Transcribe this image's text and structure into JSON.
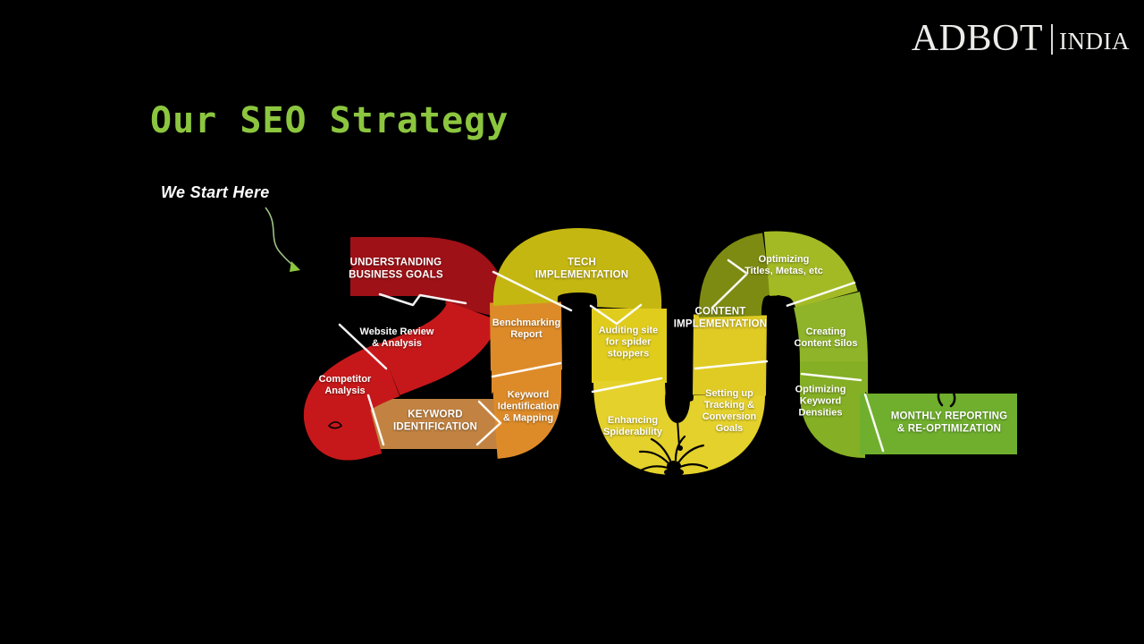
{
  "slide": {
    "background": "#000000",
    "title": {
      "text": "Our SEO Strategy",
      "color": "#8CC63F"
    },
    "annotation": {
      "text": "We Start Here",
      "arrow_color": "#8CC63F"
    },
    "logo": {
      "name": "ADBOT",
      "region": "INDIA"
    }
  },
  "diagram": {
    "description": "SEO strategy winding snake flow from red (start) to green (end)",
    "steps": [
      {
        "label": "UNDERSTANDING\nBUSINESS GOALS",
        "color": "#9E1116"
      },
      {
        "label": "Website Review\n& Analysis",
        "color": "#C6181A"
      },
      {
        "label": "Competitor\nAnalysis",
        "color": "#C6181A"
      },
      {
        "label": "KEYWORD\nIDENTIFICATION",
        "color": "#C28342"
      },
      {
        "label": "Keyword\nIdentification\n& Mapping",
        "color": "#DD8B29"
      },
      {
        "label": "Benchmarking\nReport",
        "color": "#DD8B29"
      },
      {
        "label": "TECH\nIMPLEMENTATION",
        "color": "#C5B712"
      },
      {
        "label": "Auditing site\nfor spider\nstoppers",
        "color": "#E0CC1C"
      },
      {
        "label": "Enhancing\nSpiderability",
        "color": "#E4D12B"
      },
      {
        "label": "Setting up\nTracking &\nConversion\nGoals",
        "color": "#E0CB24"
      },
      {
        "label": "CONTENT\nIMPLEMENTATION",
        "color": "#7D8B12"
      },
      {
        "label": "Optimizing\nTitles, Metas, etc",
        "color": "#A3BA25"
      },
      {
        "label": "Creating\nContent Silos",
        "color": "#8FB42A"
      },
      {
        "label": "Optimizing\nKeyword\nDensities",
        "color": "#85AF24"
      },
      {
        "label": "MONTHLY REPORTING\n& RE-OPTIMIZATION",
        "color": "#6FAF2D"
      }
    ]
  }
}
